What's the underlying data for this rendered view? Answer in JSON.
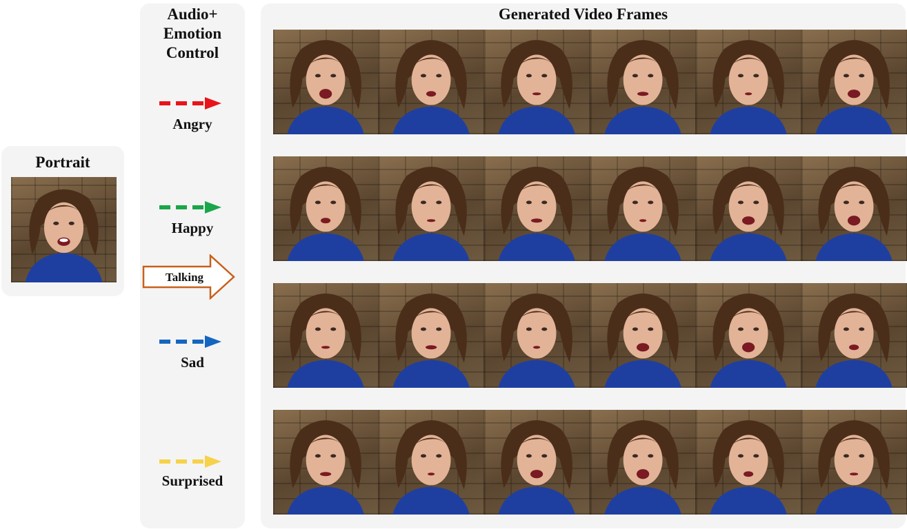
{
  "portrait_panel": {
    "title": "Portrait"
  },
  "control_panel": {
    "title": "Audio+\nEmotion\nControl",
    "talking_label": "Talking",
    "emotions": [
      {
        "label": "Angry",
        "color": "#e8141a"
      },
      {
        "label": "Happy",
        "color": "#1aa64a"
      },
      {
        "label": "Sad",
        "color": "#1466c0"
      },
      {
        "label": "Surprised",
        "color": "#f5d24a"
      }
    ]
  },
  "frames_panel": {
    "title": "Generated Video Frames",
    "rows": [
      {
        "emotion": "Angry",
        "frame_count": 6
      },
      {
        "emotion": "Happy",
        "frame_count": 6
      },
      {
        "emotion": "Sad",
        "frame_count": 6
      },
      {
        "emotion": "Surprised",
        "frame_count": 6
      }
    ]
  },
  "colors": {
    "panel_bg": "#f4f4f4",
    "talking_arrow": "#c8601a",
    "shirt": "#1f3fa0",
    "hair": "#4a2e1a",
    "skin": "#e2b396"
  }
}
